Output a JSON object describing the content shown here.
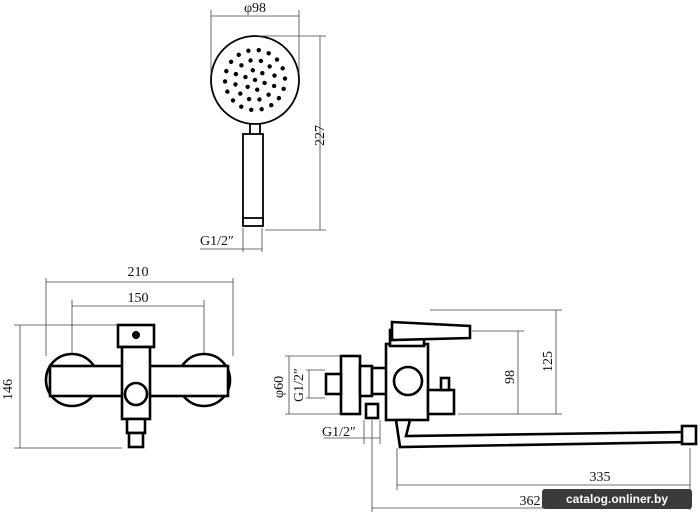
{
  "shower_head": {
    "diameter_label": "φ98",
    "height_label": "227",
    "thread_label": "G1/2″"
  },
  "front_view": {
    "width_outer_label": "210",
    "width_inner_label": "150",
    "height_label": "146"
  },
  "side_view": {
    "diameter_label": "φ60",
    "thread_top_label": "G1/2″",
    "thread_bottom_label": "G1/2″",
    "height_inner_label": "98",
    "height_outer_label": "125",
    "spout_reach_label": "335",
    "total_length_label": "362"
  },
  "watermark": "catalog.onliner.by"
}
